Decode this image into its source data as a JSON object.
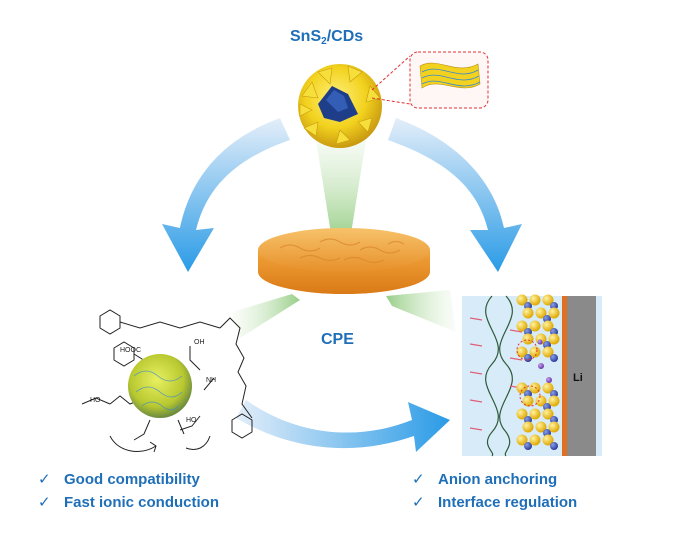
{
  "top_label": {
    "main": "SnS",
    "sub": "2",
    "suffix": "/CDs"
  },
  "center_label": "CPE",
  "li_label": "Li",
  "left_list": [
    {
      "check": "✓",
      "text": "Good compatibility"
    },
    {
      "check": "✓",
      "text": "Fast ionic conduction"
    }
  ],
  "right_list": [
    {
      "check": "✓",
      "text": "Anion anchoring"
    },
    {
      "check": "✓",
      "text": "Interface regulation"
    }
  ],
  "molecule_labels": [
    "HOOC",
    "OH",
    "NH",
    "HO",
    "HO"
  ],
  "colors": {
    "accent_text": "#1f6fb8",
    "arrow_light": "#cfe2f7",
    "arrow_dark": "#2a9be6",
    "disc": "#f0a030",
    "beam": "#a9d89a",
    "nanosphere_yellow": "#f2d21e",
    "core_blue": "#1f3e8a",
    "electrolyte_bg": "#cfe8f6",
    "li_metal": "#8a8a8a",
    "sei_orange": "#e07020"
  }
}
